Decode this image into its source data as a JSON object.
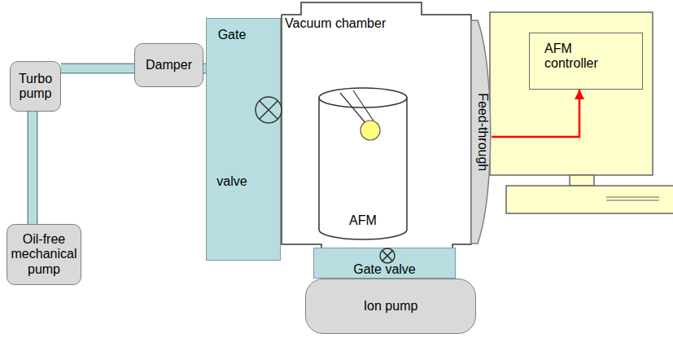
{
  "diagram": {
    "nodes": [
      {
        "text": [
          "Turbo pump"
        ]
      },
      {
        "text": [
          "Damper"
        ]
      },
      {
        "text": [
          "Gate valve"
        ]
      },
      {
        "text": [
          "Vacuum chamber"
        ]
      },
      {
        "text": [
          "AFM"
        ],
        "in": 3
      },
      {
        "text": [
          "Feed-through"
        ]
      },
      {
        "text": [
          "AFM controller"
        ]
      },
      {
        "text": [
          "Oil-free mechanical pump"
        ]
      },
      {
        "text": [
          "Gate valve"
        ]
      },
      {
        "text": [
          "Ion pump"
        ]
      }
    ],
    "edges": [
      {
        "from": 0,
        "to": 1,
        "arrow": "none"
      },
      {
        "from": 1,
        "to": 2,
        "arrow": "none"
      },
      {
        "from": 0,
        "to": 7,
        "arrow": "none"
      },
      {
        "from": 5,
        "to": 6,
        "arrow": "to"
      }
    ]
  }
}
